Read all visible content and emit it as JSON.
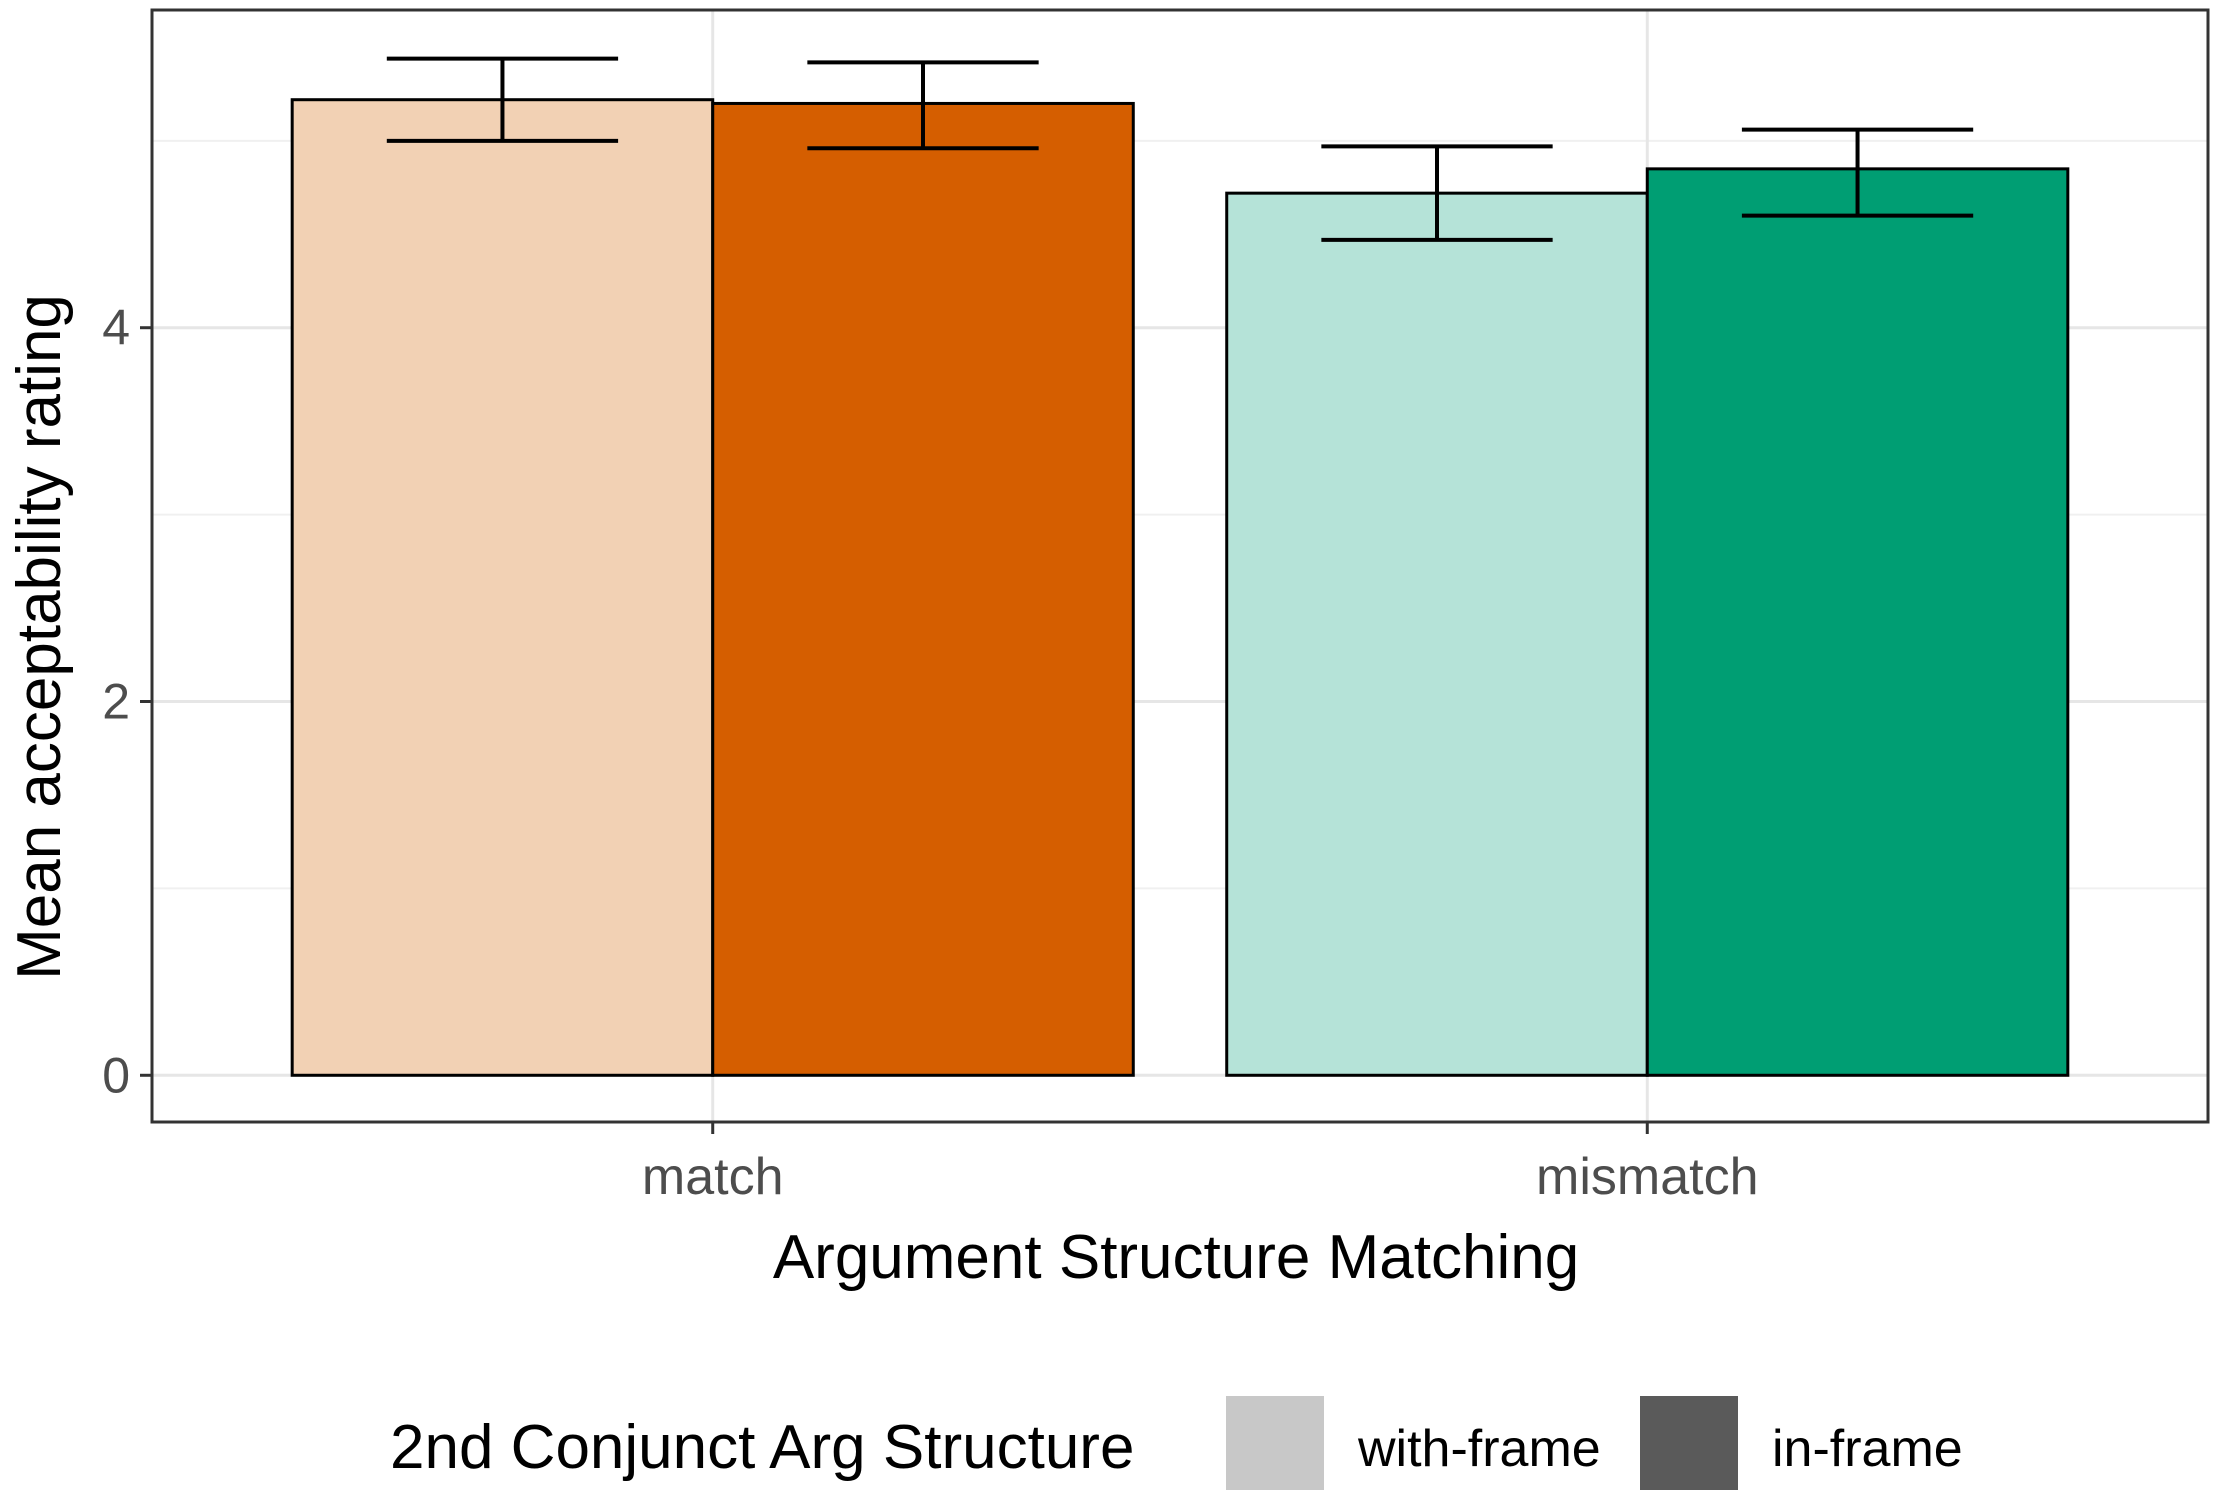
{
  "chart_data": {
    "type": "bar",
    "categories": [
      "match",
      "mismatch"
    ],
    "series": [
      {
        "name": "with-frame",
        "values": [
          5.22,
          4.72
        ],
        "error_low": [
          5.0,
          4.47
        ],
        "error_high": [
          5.44,
          4.97
        ],
        "colors": [
          "#F2D1B4",
          "#B5E3D8"
        ]
      },
      {
        "name": "in-frame",
        "values": [
          5.2,
          4.85
        ],
        "error_low": [
          4.96,
          4.6
        ],
        "error_high": [
          5.42,
          5.06
        ],
        "colors": [
          "#D55E00",
          "#009E73"
        ]
      }
    ],
    "xlabel": "Argument Structure Matching",
    "ylabel": "Mean acceptability rating",
    "ylim": [
      -0.25,
      5.7
    ],
    "yticks": [
      0,
      2,
      4
    ],
    "ytick_labels": [
      "0",
      "2",
      "4"
    ],
    "grid": true,
    "legend": {
      "title": "2nd Conjunct Arg Structure",
      "position": "bottom",
      "entries": [
        {
          "label": "with-frame",
          "color": "#C8C8C8"
        },
        {
          "label": "in-frame",
          "color": "#5A5A5A"
        }
      ]
    }
  }
}
